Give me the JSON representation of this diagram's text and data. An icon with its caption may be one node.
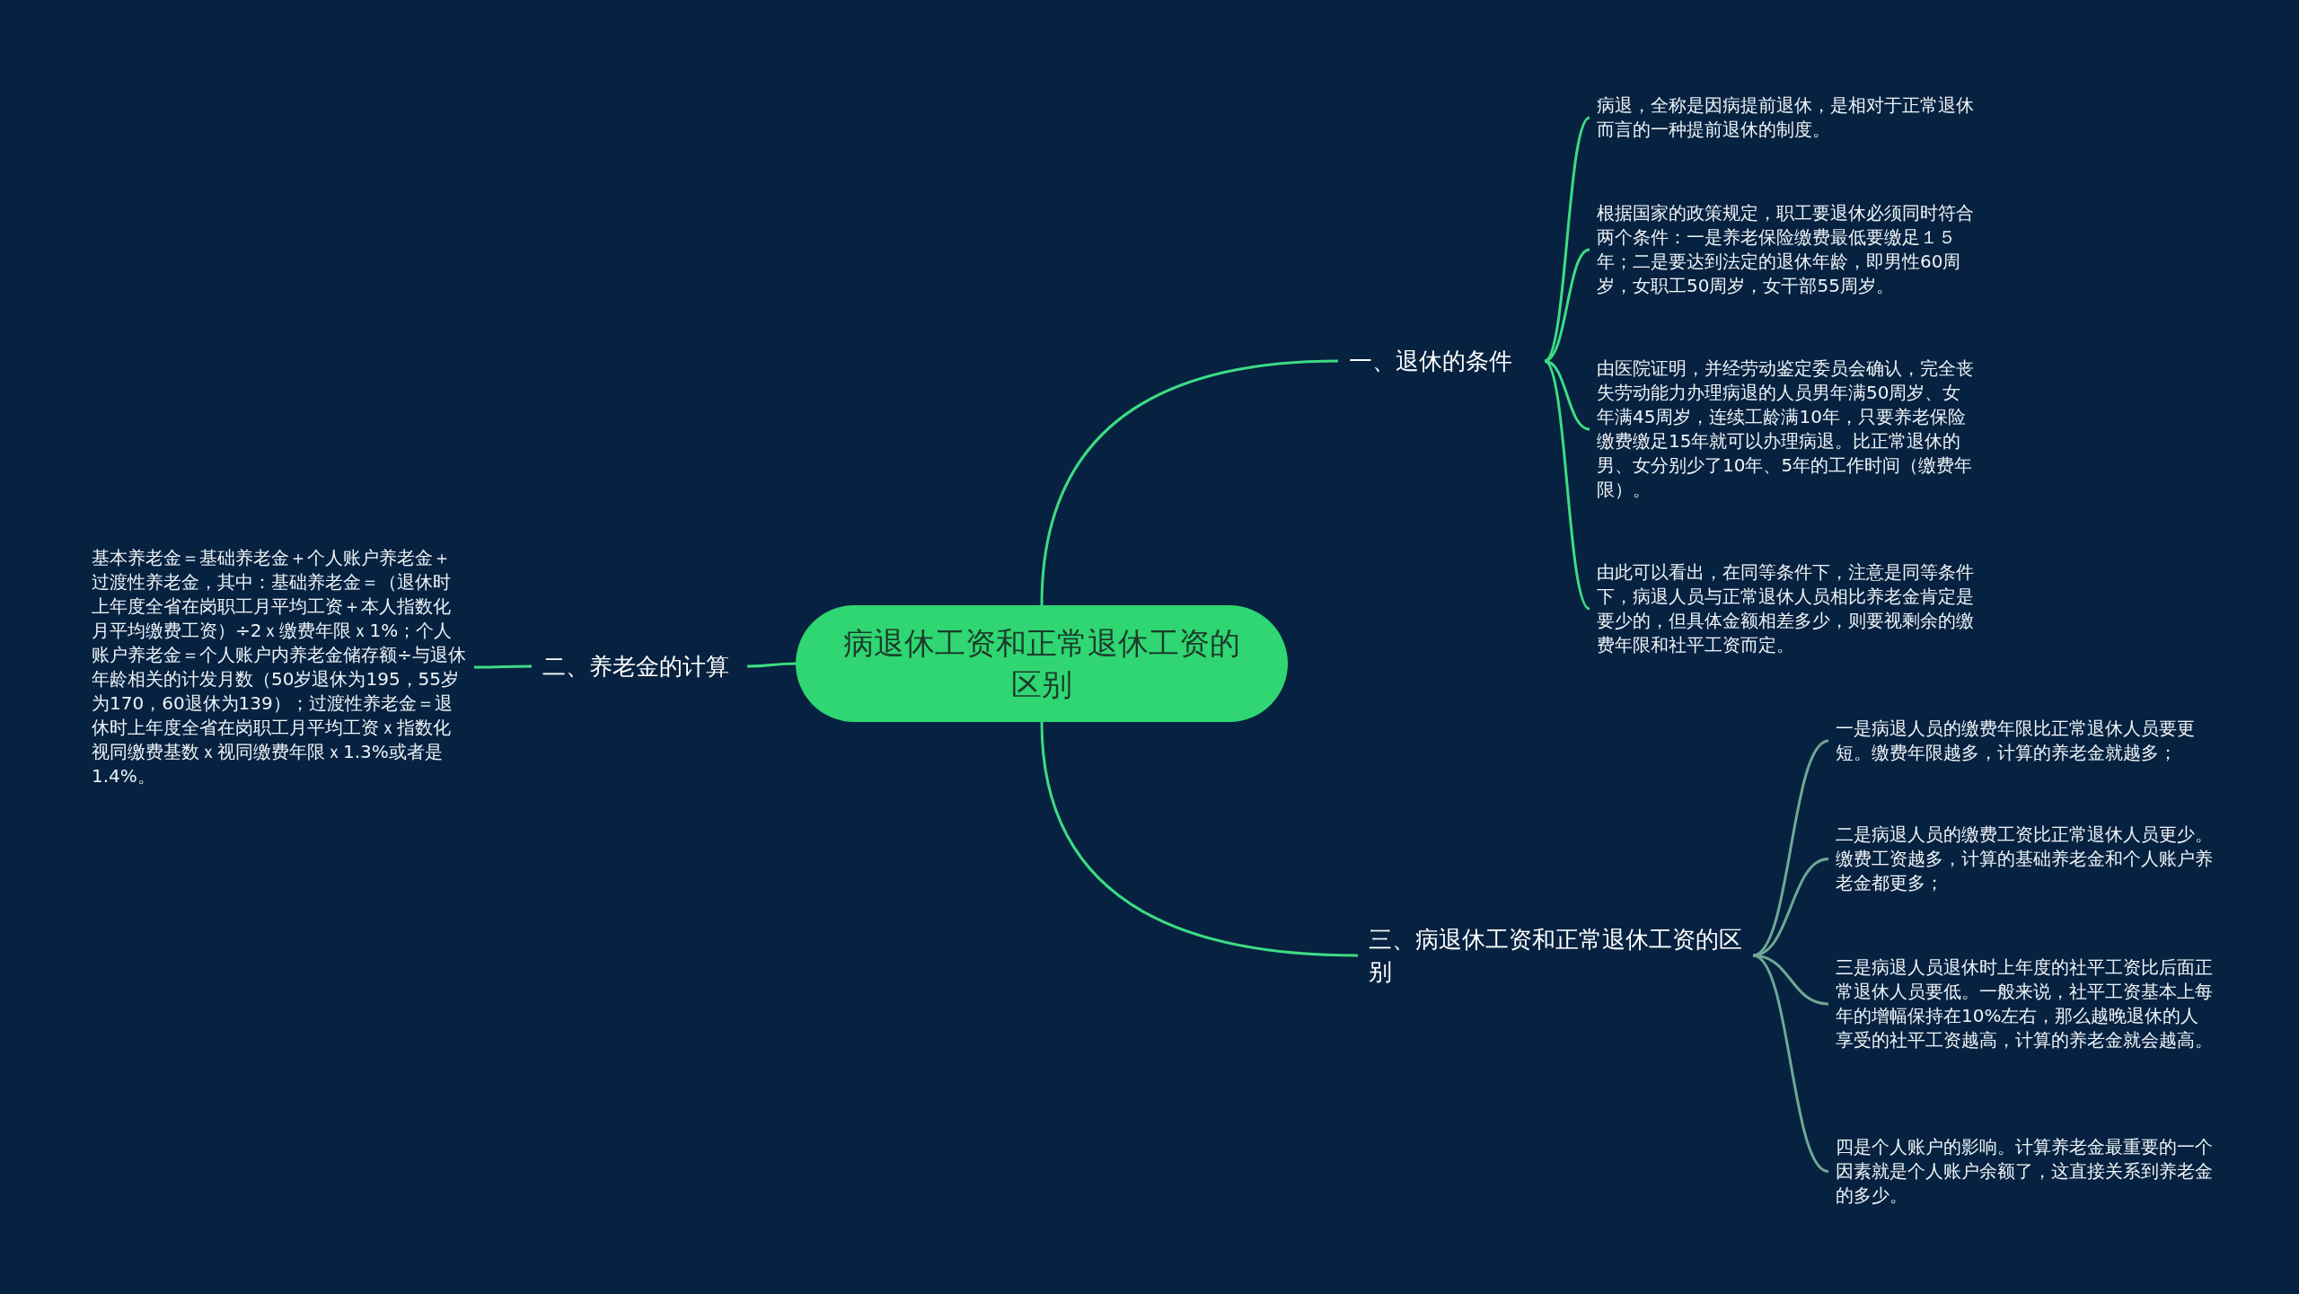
{
  "diagram": {
    "nodes": [
      {
        "text": [
          "病退休工资和正常退休工资的区别"
        ]
      },
      {
        "text": [
          "一、退休的条件"
        ]
      },
      {
        "text": [
          "病退，全称是因病提前退休，是相对于正常退休而言的一种提前退休的制度。"
        ]
      },
      {
        "text": [
          "根据国家的政策规定，职工要退休必须同时符合两个条件：一是养老保险缴费最低要缴足１５年；二是要达到法定的退休年龄，即男性60周岁，女职工50周岁，女干部55周岁。"
        ]
      },
      {
        "text": [
          "由医院证明，并经劳动鉴定委员会确认，完全丧失劳动能力办理病退的人员男年满50周岁、女年满45周岁，连续工龄满10年，只要养老保险缴费缴足15年就可以办理病退。比正常退休的男、女分别少了10年、5年的工作时间（缴费年限）。"
        ]
      },
      {
        "text": [
          "由此可以看出，在同等条件下，注意是同等条件下，病退人员与正常退休人员相比养老金肯定是要少的，但具体金额相差多少，则要视剩余的缴费年限和社平工资而定。"
        ]
      },
      {
        "text": [
          "二、养老金的计算"
        ]
      },
      {
        "text": [
          "基本养老金＝基础养老金＋个人账户养老金＋过渡性养老金，其中：基础养老金＝（退休时上年度全省在岗职工月平均工资＋本人指数化月平均缴费工资）÷2ｘ缴费年限ｘ1%；个人账户养老金＝个人账户内养老金储存额÷与退休年龄相关的计发月数（50岁退休为195，55岁为170，60退休为139）；过渡性养老金＝退休时上年度全省在岗职工月平均工资ｘ指数化视同缴费基数ｘ视同缴费年限ｘ1.3%或者是1.4%。"
        ]
      },
      {
        "text": [
          "三、病退休工资和正常退休工资的区别"
        ]
      },
      {
        "text": [
          "一是病退人员的缴费年限比正常退休人员要更短。缴费年限越多，计算的养老金就越多；"
        ]
      },
      {
        "text": [
          "二是病退人员的缴费工资比正常退休人员更少。缴费工资越多，计算的基础养老金和个人账户养老金都更多；"
        ]
      },
      {
        "text": [
          "三是病退人员退休时上年度的社平工资比后面正常退休人员要低。一般来说，社平工资基本上每年的增幅保持在10%左右，那么越晚退休的人享受的社平工资越高，计算的养老金就会越高。"
        ]
      },
      {
        "text": [
          "四是个人账户的影响。计算养老金最重要的一个因素就是个人账户余额了，这直接关系到养老金的多少。"
        ]
      }
    ],
    "edges": [
      {
        "from": 0,
        "to": 1,
        "arrow": "none"
      },
      {
        "from": 1,
        "to": 2,
        "arrow": "none"
      },
      {
        "from": 1,
        "to": 3,
        "arrow": "none"
      },
      {
        "from": 1,
        "to": 4,
        "arrow": "none"
      },
      {
        "from": 1,
        "to": 5,
        "arrow": "none"
      },
      {
        "from": 0,
        "to": 6,
        "arrow": "none"
      },
      {
        "from": 6,
        "to": 7,
        "arrow": "none"
      },
      {
        "from": 0,
        "to": 8,
        "arrow": "none"
      },
      {
        "from": 8,
        "to": 9,
        "arrow": "none",
        "color": "#6fa896"
      },
      {
        "from": 8,
        "to": 10,
        "arrow": "none",
        "color": "#6fa896"
      },
      {
        "from": 8,
        "to": 11,
        "arrow": "none",
        "color": "#6fa896"
      },
      {
        "from": 8,
        "to": 12,
        "arrow": "none",
        "color": "#6fa896"
      }
    ]
  }
}
